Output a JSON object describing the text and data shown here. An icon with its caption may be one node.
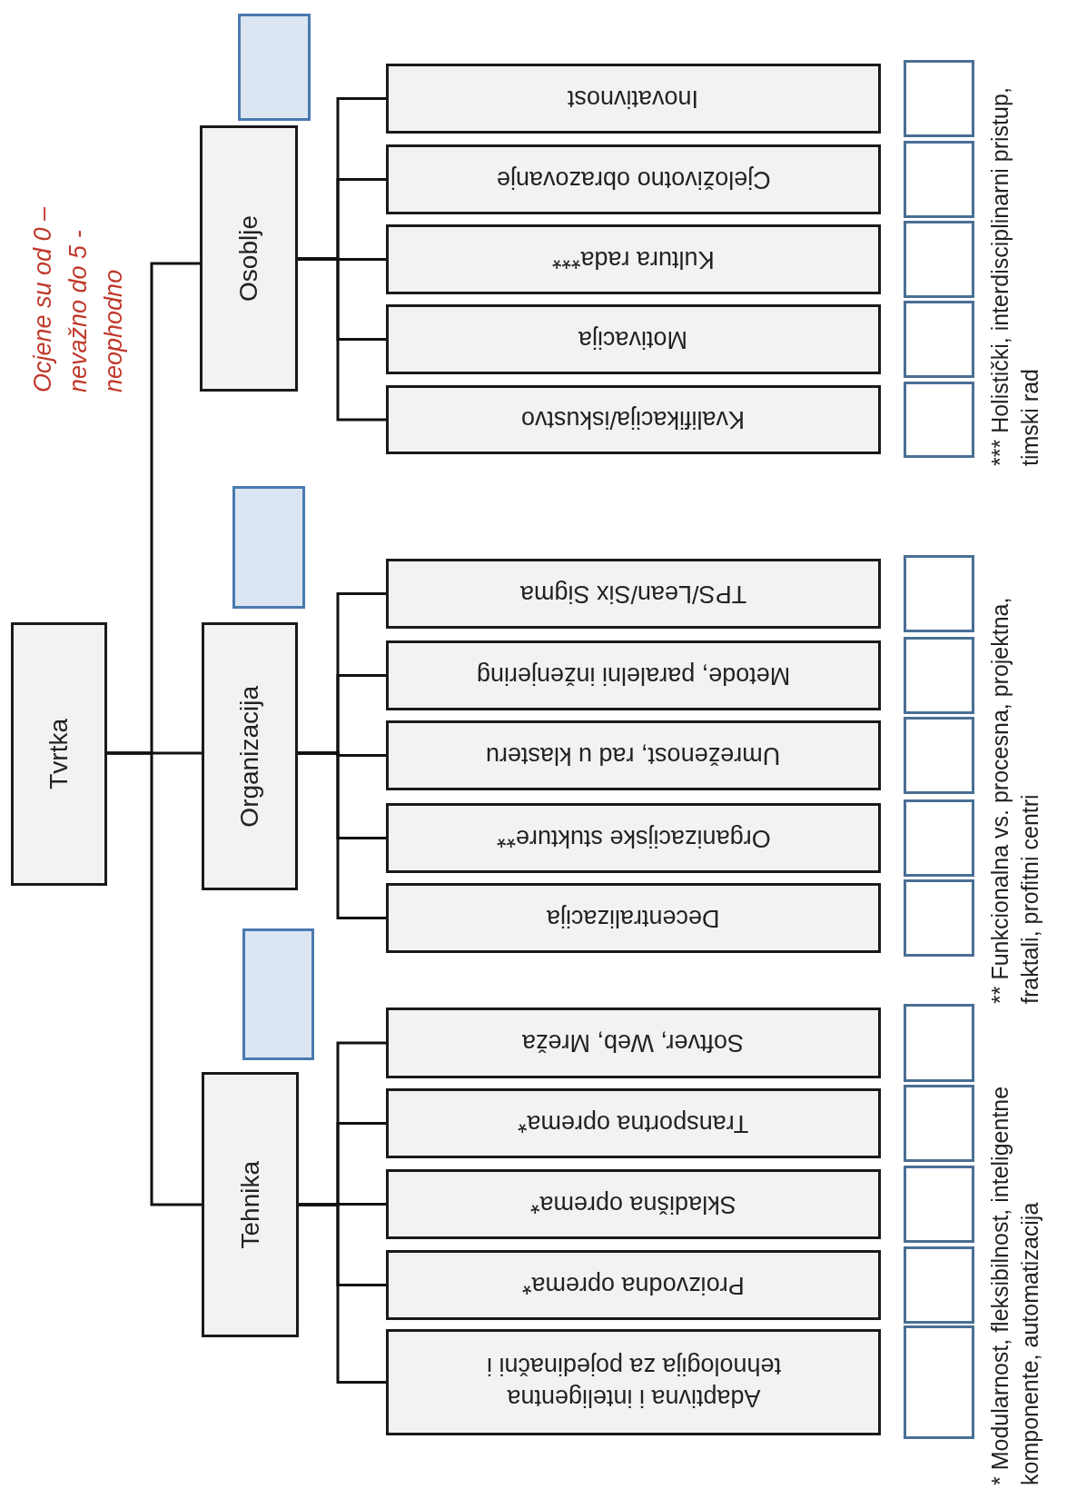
{
  "diagram": {
    "nodes": [
      {
        "text": [
          "Tvrtka"
        ]
      },
      {
        "text": [
          "Tehnika"
        ]
      },
      {
        "text": [
          "Organizacija"
        ]
      },
      {
        "text": [
          "Osoblje"
        ]
      },
      {
        "text": [
          "Adaptivna i inteligentna tehnologija za pojedinačni i"
        ]
      },
      {
        "text": [
          "Proizvodna oprema*"
        ]
      },
      {
        "text": [
          "Skladišna oprema*"
        ]
      },
      {
        "text": [
          "Transportna oprema*"
        ]
      },
      {
        "text": [
          "Softver, Web, Mreža"
        ]
      },
      {
        "text": [
          "Decentralizacija"
        ]
      },
      {
        "text": [
          "Organizacijske stukture**"
        ]
      },
      {
        "text": [
          "Umreženost, rad u klasteru"
        ]
      },
      {
        "text": [
          "Metode, paralelni inženjering"
        ]
      },
      {
        "text": [
          "TPS/Lean/Six Sigma"
        ]
      },
      {
        "text": [
          "Kvalifikacija/iskustvo"
        ]
      },
      {
        "text": [
          "Motivacija"
        ]
      },
      {
        "text": [
          "Kultura rada***"
        ]
      },
      {
        "text": [
          "Cjeloživotno obrazovanje"
        ]
      },
      {
        "text": [
          "Inovativnost"
        ]
      },
      {
        "text": [],
        "shape": "box"
      },
      {
        "text": [],
        "shape": "box"
      },
      {
        "text": [],
        "shape": "box"
      },
      {
        "text": [],
        "shape": "box"
      },
      {
        "text": [],
        "shape": "box"
      },
      {
        "text": [],
        "shape": "box"
      },
      {
        "text": [],
        "shape": "box"
      },
      {
        "text": [],
        "shape": "box"
      },
      {
        "text": [],
        "shape": "box"
      },
      {
        "text": [],
        "shape": "box"
      },
      {
        "text": [],
        "shape": "box"
      },
      {
        "text": [],
        "shape": "box"
      },
      {
        "text": [],
        "shape": "box"
      },
      {
        "text": [],
        "shape": "box"
      },
      {
        "text": [],
        "shape": "box"
      },
      {
        "text": [],
        "shape": "box"
      },
      {
        "text": [],
        "shape": "box"
      },
      {
        "text": [],
        "shape": "box"
      }
    ],
    "edges": [
      {
        "from": 0,
        "to": 1,
        "arrow": "none"
      },
      {
        "from": 0,
        "to": 2,
        "arrow": "none"
      },
      {
        "from": 0,
        "to": 3,
        "arrow": "none"
      },
      {
        "from": 1,
        "to": 4,
        "arrow": "none"
      },
      {
        "from": 1,
        "to": 5,
        "arrow": "none"
      },
      {
        "from": 1,
        "to": 6,
        "arrow": "none"
      },
      {
        "from": 1,
        "to": 7,
        "arrow": "none"
      },
      {
        "from": 1,
        "to": 8,
        "arrow": "none"
      },
      {
        "from": 2,
        "to": 9,
        "arrow": "none"
      },
      {
        "from": 2,
        "to": 10,
        "arrow": "none"
      },
      {
        "from": 2,
        "to": 11,
        "arrow": "none"
      },
      {
        "from": 2,
        "to": 12,
        "arrow": "none"
      },
      {
        "from": 2,
        "to": 13,
        "arrow": "none"
      },
      {
        "from": 3,
        "to": 14,
        "arrow": "none"
      },
      {
        "from": 3,
        "to": 15,
        "arrow": "none"
      },
      {
        "from": 3,
        "to": 16,
        "arrow": "none"
      },
      {
        "from": 3,
        "to": 17,
        "arrow": "none"
      },
      {
        "from": 3,
        "to": 18,
        "arrow": "none"
      }
    ],
    "labels": [
      "Ocjene su od 0 – nevažno do 5 - neophodno",
      "* Modularnost, fleksibilnost, inteligentne komponente, automatizacija",
      "** Funkcionalna vs. procesna, projektna, fraktali, profitni centri",
      "*** Holistički, interdisciplinarni pristup, timski rad"
    ]
  }
}
